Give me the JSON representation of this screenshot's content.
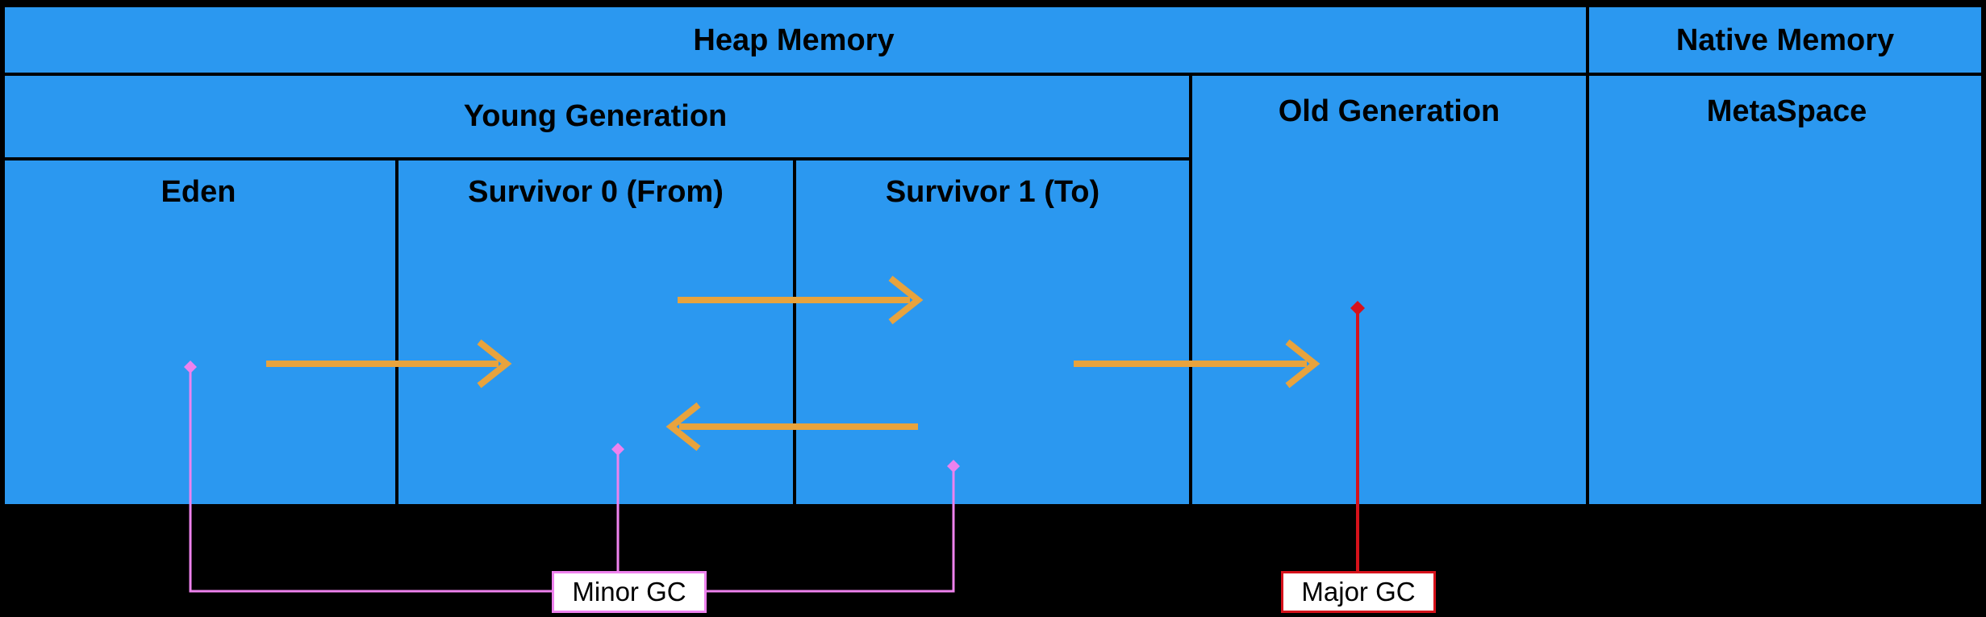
{
  "labels": {
    "heap": "Heap Memory",
    "native": "Native Memory",
    "young": "Young Generation",
    "old": "Old Generation",
    "metaspace": "MetaSpace",
    "eden": "Eden",
    "survivor0": "Survivor 0 (From)",
    "survivor1": "Survivor 1 (To)",
    "minor_gc": "Minor GC",
    "major_gc": "Major GC"
  },
  "colors": {
    "cell_blue": "#2B98F0",
    "border_black": "#000000",
    "arrow_orange": "#E8A33D",
    "minor_gc_pink": "#EE82EE",
    "major_gc_red": "#D6121B",
    "label_box_bg": "#FFFFFF",
    "text_black": "#000000",
    "background": "#000000"
  }
}
